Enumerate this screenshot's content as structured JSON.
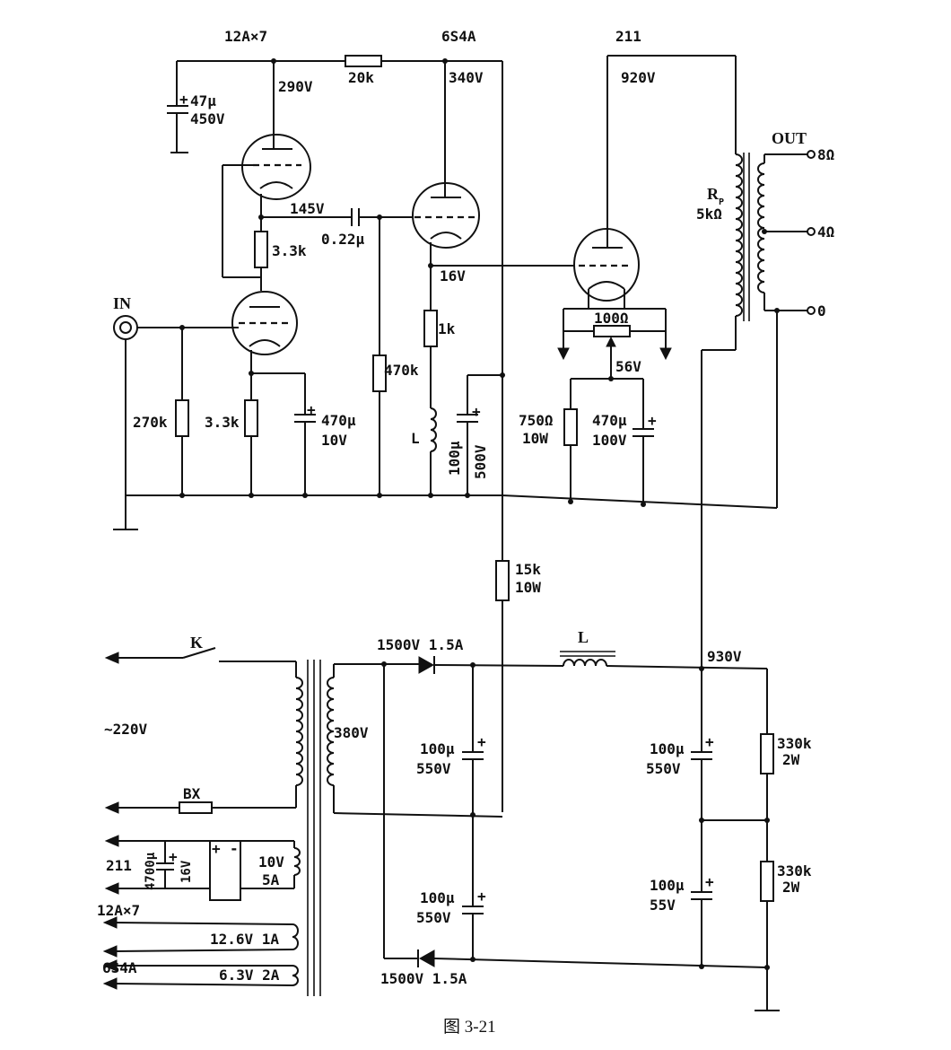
{
  "tubes": {
    "tube1": "12A×7",
    "tube2": "6S4A",
    "tube3": "211"
  },
  "voltages": {
    "v290": "290V",
    "v340": "340V",
    "v920": "920V",
    "v145": "145V",
    "v16": "16V",
    "v56": "56V",
    "v930": "930V"
  },
  "components": {
    "c47_a": "47μ",
    "c47_b": "450V",
    "r20k": "20k",
    "r33k_top": "3.3k",
    "c022": "0.22μ",
    "r270k": "270k",
    "r33k_bottom": "3.3k",
    "c470_a": "470μ",
    "c470_b": "10V",
    "r470k": "470k",
    "r1k": "1k",
    "choke_l": "L",
    "c100_a": "100μ",
    "c100_b": "500V",
    "r100": "100Ω",
    "r750_a": "750Ω",
    "r750_b": "10W",
    "c470b_a": "470μ",
    "c470b_b": "100V",
    "rp_a": "R",
    "rp_sub": "P",
    "rp_b": "5kΩ",
    "r15k_a": "15k",
    "r15k_b": "10W"
  },
  "output": {
    "out_label": "OUT",
    "tap_8": "8Ω",
    "tap_4": "4Ω",
    "tap_0": "0"
  },
  "input": {
    "in_label": "IN"
  },
  "power": {
    "switch_k": "K",
    "mains": "~220V",
    "fuse_bx": "BX",
    "hv_winding": "380V",
    "diode_top": "1500V 1.5A",
    "diode_bottom": "1500V 1.5A",
    "choke_l": "L",
    "cap1_a": "100μ",
    "cap1_b": "550V",
    "cap2_a": "100μ",
    "cap2_b": "550V",
    "cap3_a": "100μ",
    "cap3_b": "550V",
    "cap4_a": "100μ",
    "cap4_b": "55V",
    "r330_1a": "330k",
    "r330_1b": "2W",
    "r330_2a": "330k",
    "r330_2b": "2W",
    "fil_211": "211",
    "fil_cap_a": "4700μ",
    "fil_cap_b": "16V",
    "fil_10v": "10V",
    "fil_5a": "5A",
    "fil_12a": "12A×7",
    "fil_126": "12.6V 1A",
    "fil_6s4a": "6S4A",
    "fil_63": "6.3V 2A"
  },
  "caption": "图  3-21"
}
